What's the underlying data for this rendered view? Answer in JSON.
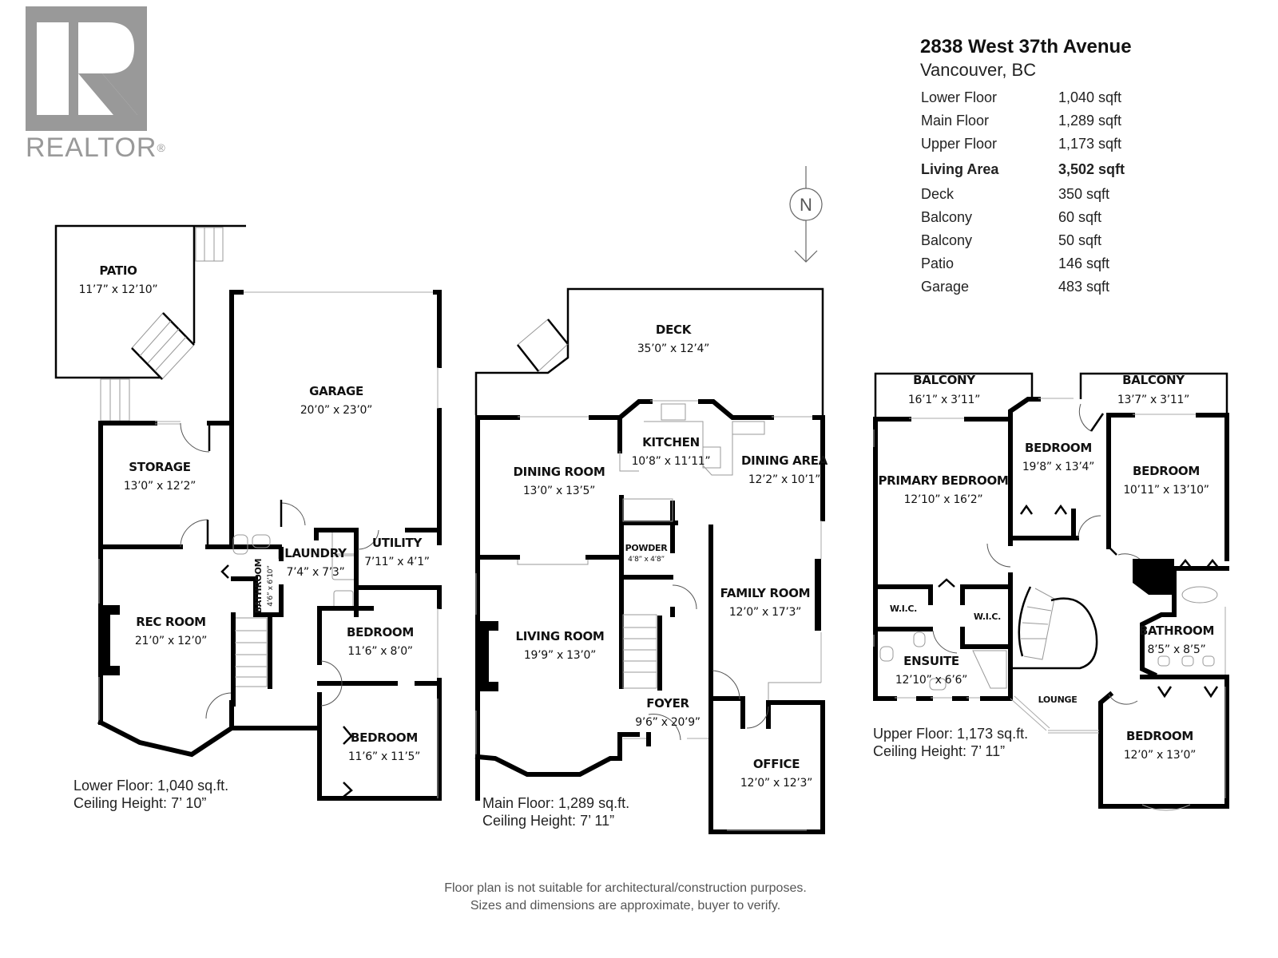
{
  "logo": {
    "brand": "REALTOR",
    "registered_mark": "®"
  },
  "property": {
    "address": "2838 West 37th Avenue",
    "city": "Vancouver, BC",
    "areas": [
      {
        "label": "Lower Floor",
        "value": "1,040 sqft"
      },
      {
        "label": "Main Floor",
        "value": "1,289 sqft"
      },
      {
        "label": "Upper Floor",
        "value": "1,173 sqft"
      },
      {
        "label": "Living Area",
        "value": "3,502 sqft",
        "bold": true
      },
      {
        "label": "Deck",
        "value": "350 sqft"
      },
      {
        "label": "Balcony",
        "value": "60 sqft"
      },
      {
        "label": "Balcony",
        "value": "50 sqft"
      },
      {
        "label": "Patio",
        "value": "146 sqft"
      },
      {
        "label": "Garage",
        "value": "483 sqft"
      }
    ]
  },
  "compass": {
    "label": "N"
  },
  "lower_floor": {
    "summary": "Lower Floor: 1,040 sq.ft.",
    "ceiling": "Ceiling Height: 7’ 10”",
    "rooms": {
      "patio": {
        "name": "PATIO",
        "dim": "11’7” x 12’10”"
      },
      "garage": {
        "name": "GARAGE",
        "dim": "20’0” x 23’0”"
      },
      "storage": {
        "name": "STORAGE",
        "dim": "13’0” x 12’2”"
      },
      "rec_room": {
        "name": "REC ROOM",
        "dim": "21’0” x 12’0”"
      },
      "bathroom": {
        "name": "BATHROOM",
        "dim": "4’6” x 6’10”"
      },
      "laundry": {
        "name": "LAUNDRY",
        "dim": "7’4” x 7’3”"
      },
      "utility": {
        "name": "UTILITY",
        "dim": "7’11” x 4’1”"
      },
      "bedroom1": {
        "name": "BEDROOM",
        "dim": "11’6” x 8’0”"
      },
      "bedroom2": {
        "name": "BEDROOM",
        "dim": "11’6” x 11’5”"
      }
    }
  },
  "main_floor": {
    "summary": "Main Floor: 1,289 sq.ft.",
    "ceiling": "Ceiling Height: 7’ 11”",
    "rooms": {
      "deck": {
        "name": "DECK",
        "dim": "35’0” x 12’4”"
      },
      "kitchen": {
        "name": "KITCHEN",
        "dim": "10’8” x 11’11”"
      },
      "dining_room": {
        "name": "DINING ROOM",
        "dim": "13’0” x 13’5”"
      },
      "dining_area": {
        "name": "DINING AREA",
        "dim": "12’2” x 10’1”"
      },
      "powder": {
        "name": "POWDER",
        "dim": "4’8” x 4’8”"
      },
      "living_room": {
        "name": "LIVING ROOM",
        "dim": "19’9” x 13’0”"
      },
      "family_room": {
        "name": "FAMILY ROOM",
        "dim": "12’0” x 17’3”"
      },
      "foyer": {
        "name": "FOYER",
        "dim": "9’6” x 20’9”"
      },
      "office": {
        "name": "OFFICE",
        "dim": "12’0” x 12’3”"
      }
    }
  },
  "upper_floor": {
    "summary": "Upper Floor: 1,173 sq.ft.",
    "ceiling": "Ceiling Height: 7’ 11”",
    "rooms": {
      "balcony1": {
        "name": "BALCONY",
        "dim": "16’1” x 3’11”"
      },
      "balcony2": {
        "name": "BALCONY",
        "dim": "13’7” x 3’11”"
      },
      "primary_bedroom": {
        "name": "PRIMARY  BEDROOM",
        "dim": "12’10” x 16’2”"
      },
      "bedroom_a": {
        "name": "BEDROOM",
        "dim": "19’8” x 13’4”"
      },
      "bedroom_b": {
        "name": "BEDROOM",
        "dim": "10’11” x 13’10”"
      },
      "wic1": {
        "name": "W.I.C.",
        "dim": ""
      },
      "wic2": {
        "name": "W.I.C.",
        "dim": ""
      },
      "ensuite": {
        "name": "ENSUITE",
        "dim": "12’10” x 6’6”"
      },
      "bathroom": {
        "name": "BATHROOM",
        "dim": "8’5” x 8’5”"
      },
      "lounge": {
        "name": "LOUNGE",
        "dim": ""
      },
      "bedroom_c": {
        "name": "BEDROOM",
        "dim": "12’0” x 13’0”"
      }
    }
  },
  "disclaimer": [
    "Floor plan is not suitable for architectural/construction purposes.",
    "Sizes and dimensions are approximate, buyer to verify."
  ]
}
